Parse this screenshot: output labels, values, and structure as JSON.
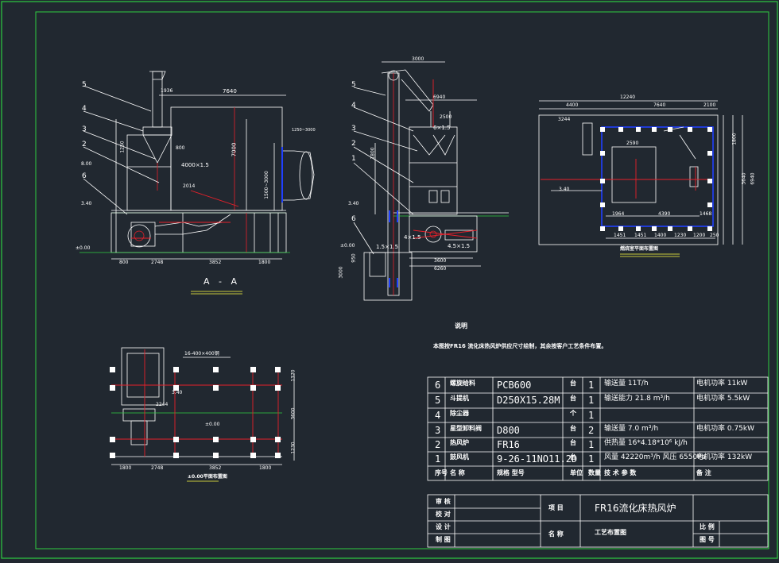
{
  "colors": {
    "background": "#212830",
    "frame": "#2ecc40",
    "line": "#ffffff",
    "red": "#e8202a",
    "blue": "#2040ff",
    "magenta": "#ff40ff",
    "yellow": "#ffff40",
    "cyan": "#40ffff"
  },
  "section_label": "A - A",
  "views": {
    "left": {
      "dims": [
        "7640",
        "1936",
        "7000",
        "4000×1.5",
        "2014",
        "1250",
        "1500~3000",
        "800",
        "2748",
        "3852",
        "1800",
        "8.00",
        "3.40",
        "±0.00",
        "1250~3000"
      ],
      "balloons": [
        "5",
        "4",
        "3",
        "2",
        "6"
      ]
    },
    "middle": {
      "dims": [
        "3000",
        "6940",
        "2500",
        "6×1.5",
        "1800",
        "4×1.5",
        "4.5×1.5",
        "3600",
        "6260",
        "1.5×1.5",
        "3.40",
        "±0.00",
        "3000",
        "950"
      ],
      "balloons": [
        "5",
        "4",
        "3",
        "2",
        "1",
        "6"
      ]
    },
    "right": {
      "dims": [
        "12240",
        "4400",
        "7640",
        "2100",
        "3244",
        "2590",
        "1964",
        "4390",
        "1468",
        "1451",
        "1451",
        "1400",
        "1230",
        "1200",
        "250",
        "3.40",
        "1800",
        "3640",
        "6940"
      ],
      "caption": "燃烧室平面布置图"
    },
    "plan": {
      "dims": [
        "16-400×400钢",
        "1800",
        "2748",
        "3852",
        "1800",
        "1370",
        "3600",
        "1230",
        "2244",
        "3.40",
        "±0.00"
      ],
      "caption": "±0.00平面布置图"
    }
  },
  "note_title": "说明",
  "note_body": "本图按FR16 流化床热风炉供应尺寸绘制，其余按客户工艺条件布置。",
  "table": {
    "rows": [
      {
        "no": "6",
        "name": "螺旋给料",
        "model": "PCB600",
        "unit": "台",
        "qty": "1",
        "param": "输送量 11T/h",
        "power": "电机功率 11kW"
      },
      {
        "no": "5",
        "name": "斗提机",
        "model": "D250X15.28M",
        "unit": "台",
        "qty": "1",
        "param": "输送能力 21.8 m³/h",
        "power": "电机功率 5.5kW"
      },
      {
        "no": "4",
        "name": "除尘器",
        "model": "",
        "unit": "个",
        "qty": "1",
        "param": "",
        "power": ""
      },
      {
        "no": "3",
        "name": "星型卸料阀",
        "model": "D800",
        "unit": "台",
        "qty": "2",
        "param": "输送量 7.0 m³/h",
        "power": "电机功率 0.75kW"
      },
      {
        "no": "2",
        "name": "热风炉",
        "model": "FR16",
        "unit": "台",
        "qty": "1",
        "param": "供热量 16*4.18*10⁶ kJ/h",
        "power": ""
      },
      {
        "no": "1",
        "name": "鼓风机",
        "model": "9-26-11NO11.2D",
        "unit": "台",
        "qty": "1",
        "param": "风量 42220m³/h  风压 6550Pa",
        "power": "电机功率 132kW"
      }
    ],
    "header": {
      "no": "序号",
      "name": "名  称",
      "model": "规格 型号",
      "unit": "单位",
      "qty": "数量",
      "param": "技 术 参 数",
      "power": "备      注"
    },
    "title_block": {
      "review": "审 核",
      "check": "校 对",
      "design": "设 计",
      "draw": "制 图",
      "project_label": "项  目",
      "project_value": "FR16流化床热风炉",
      "name_label": "名  称",
      "name_value": "工艺布置图",
      "scale": "比  例",
      "sheet": "图  号"
    }
  }
}
